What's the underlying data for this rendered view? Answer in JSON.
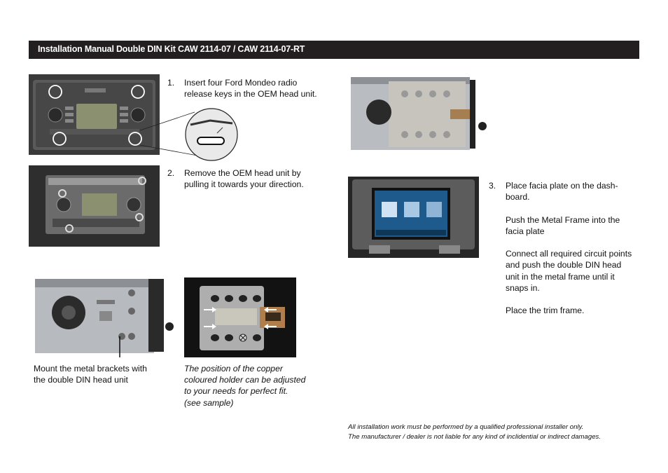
{
  "header": {
    "title": "Installation Manual Double DIN Kit CAW 2114-07 / CAW 2114-07-RT"
  },
  "steps": {
    "s1": {
      "num": "1.",
      "line1": "Insert four Ford Mondeo radio",
      "line2": "release keys in the OEM head unit."
    },
    "s2": {
      "num": "2.",
      "line1": "Remove the OEM head unit by",
      "line2": "pulling it towards your direction."
    },
    "s3": {
      "num": "3.",
      "p1a": "Place facia plate on the dash-",
      "p1b": "board.",
      "p2a": "Push the Metal Frame into the",
      "p2b": "facia plate",
      "p3a": "Connect all required circuit points",
      "p3b": "and push the double DIN head",
      "p3c": "unit in the metal frame until it",
      "p3d": "snaps in.",
      "p4": "Place the trim frame."
    }
  },
  "captions": {
    "brackets_a": "Mount the metal brackets with",
    "brackets_b": "the double DIN head unit",
    "holder_a": "The position of the copper",
    "holder_b": "coloured holder can be adjusted",
    "holder_c": "to your needs for perfect fit.",
    "holder_d": "(see sample)"
  },
  "disclaimer": {
    "line1": "All installation work must be performed by a qualified professional installer only.",
    "line2": "The manufacturer / dealer is not liable for any kind of inclidential or indirect damages."
  },
  "colors": {
    "header_bg": "#231f20",
    "header_text": "#ffffff"
  }
}
